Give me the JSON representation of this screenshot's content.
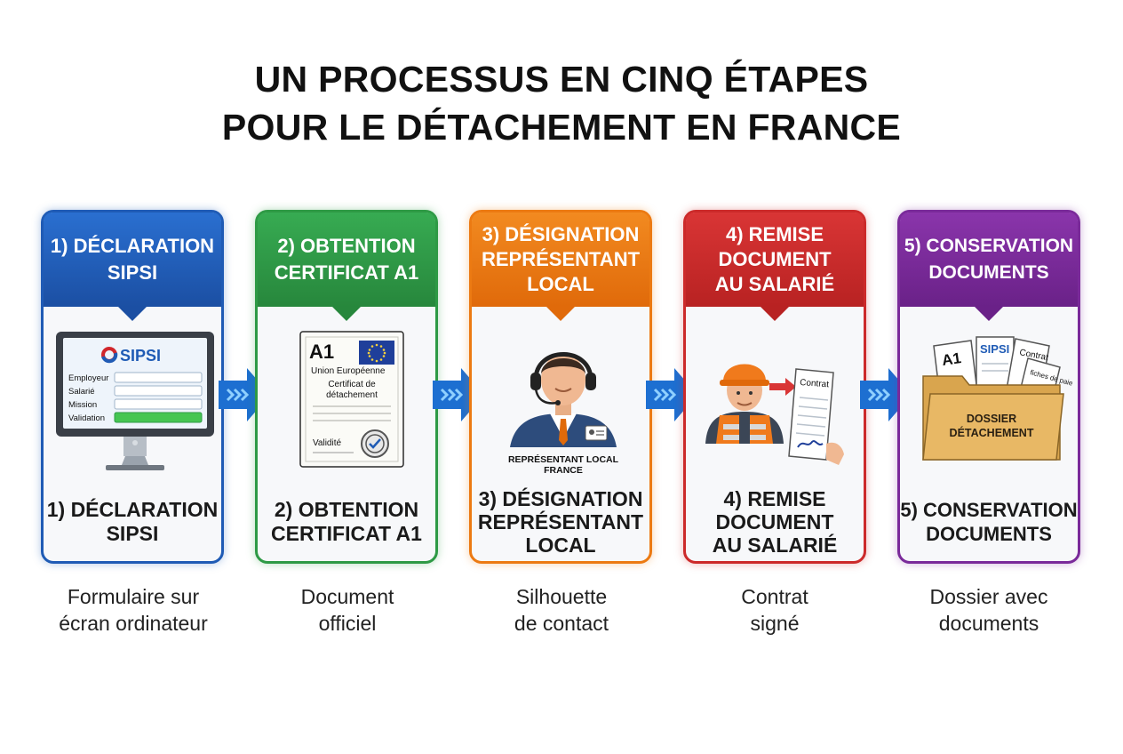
{
  "title": {
    "line1": "UN PROCESSUS EN CINQ ÉTAPES",
    "line2": "POUR LE DÉTACHEMENT EN FRANCE"
  },
  "colors": {
    "step1": "#1f5bb5",
    "step2": "#2e9a45",
    "step3": "#ec7a12",
    "step4": "#cc2a2a",
    "step5": "#7a2a9a",
    "arrow": "#1d6fd1"
  },
  "steps": [
    {
      "header": [
        "1) DÉCLARATION",
        "SIPSI"
      ],
      "footer": [
        "1) DÉCLARATION",
        "SIPSI"
      ],
      "caption": [
        "Formulaire sur",
        "écran ordinateur"
      ],
      "illustration": {
        "brand": "SIPSI",
        "fields": [
          "Employeur",
          "Salarié",
          "Mission",
          "Validation"
        ]
      }
    },
    {
      "header": [
        "2) OBTENTION",
        "CERTIFICAT A1"
      ],
      "footer": [
        "2) OBTENTION",
        "CERTIFICAT A1"
      ],
      "caption": [
        "Document",
        "officiel"
      ],
      "illustration": {
        "code": "A1",
        "issuer": "Union Européenne",
        "doc_title": [
          "Certificat de",
          "détachement"
        ],
        "validity": "Validité"
      }
    },
    {
      "header": [
        "3) DÉSIGNATION",
        "REPRÉSENTANT",
        "LOCAL"
      ],
      "footer": [
        "3) DÉSIGNATION",
        "REPRÉSENTANT",
        "LOCAL"
      ],
      "caption": [
        "Silhouette",
        "de contact"
      ],
      "illustration": {
        "label": [
          "REPRÉSENTANT LOCAL",
          "FRANCE"
        ]
      }
    },
    {
      "header": [
        "4) REMISE",
        "DOCUMENT",
        "AU SALARIÉ"
      ],
      "footer": [
        "4) REMISE",
        "DOCUMENT",
        "AU SALARIÉ"
      ],
      "caption": [
        "Contrat",
        "signé"
      ],
      "illustration": {
        "doc_label": "Contrat"
      }
    },
    {
      "header": [
        "5) CONSERVATION",
        "DOCUMENTS"
      ],
      "footer": [
        "5) CONSERVATION",
        "DOCUMENTS"
      ],
      "caption": [
        "Dossier avec",
        "documents"
      ],
      "illustration": {
        "papers": [
          "A1",
          "SIPSI",
          "Contrat",
          "fiches de paie"
        ],
        "folder_label": [
          "DOSSIER",
          "DÉTACHEMENT"
        ]
      }
    }
  ]
}
